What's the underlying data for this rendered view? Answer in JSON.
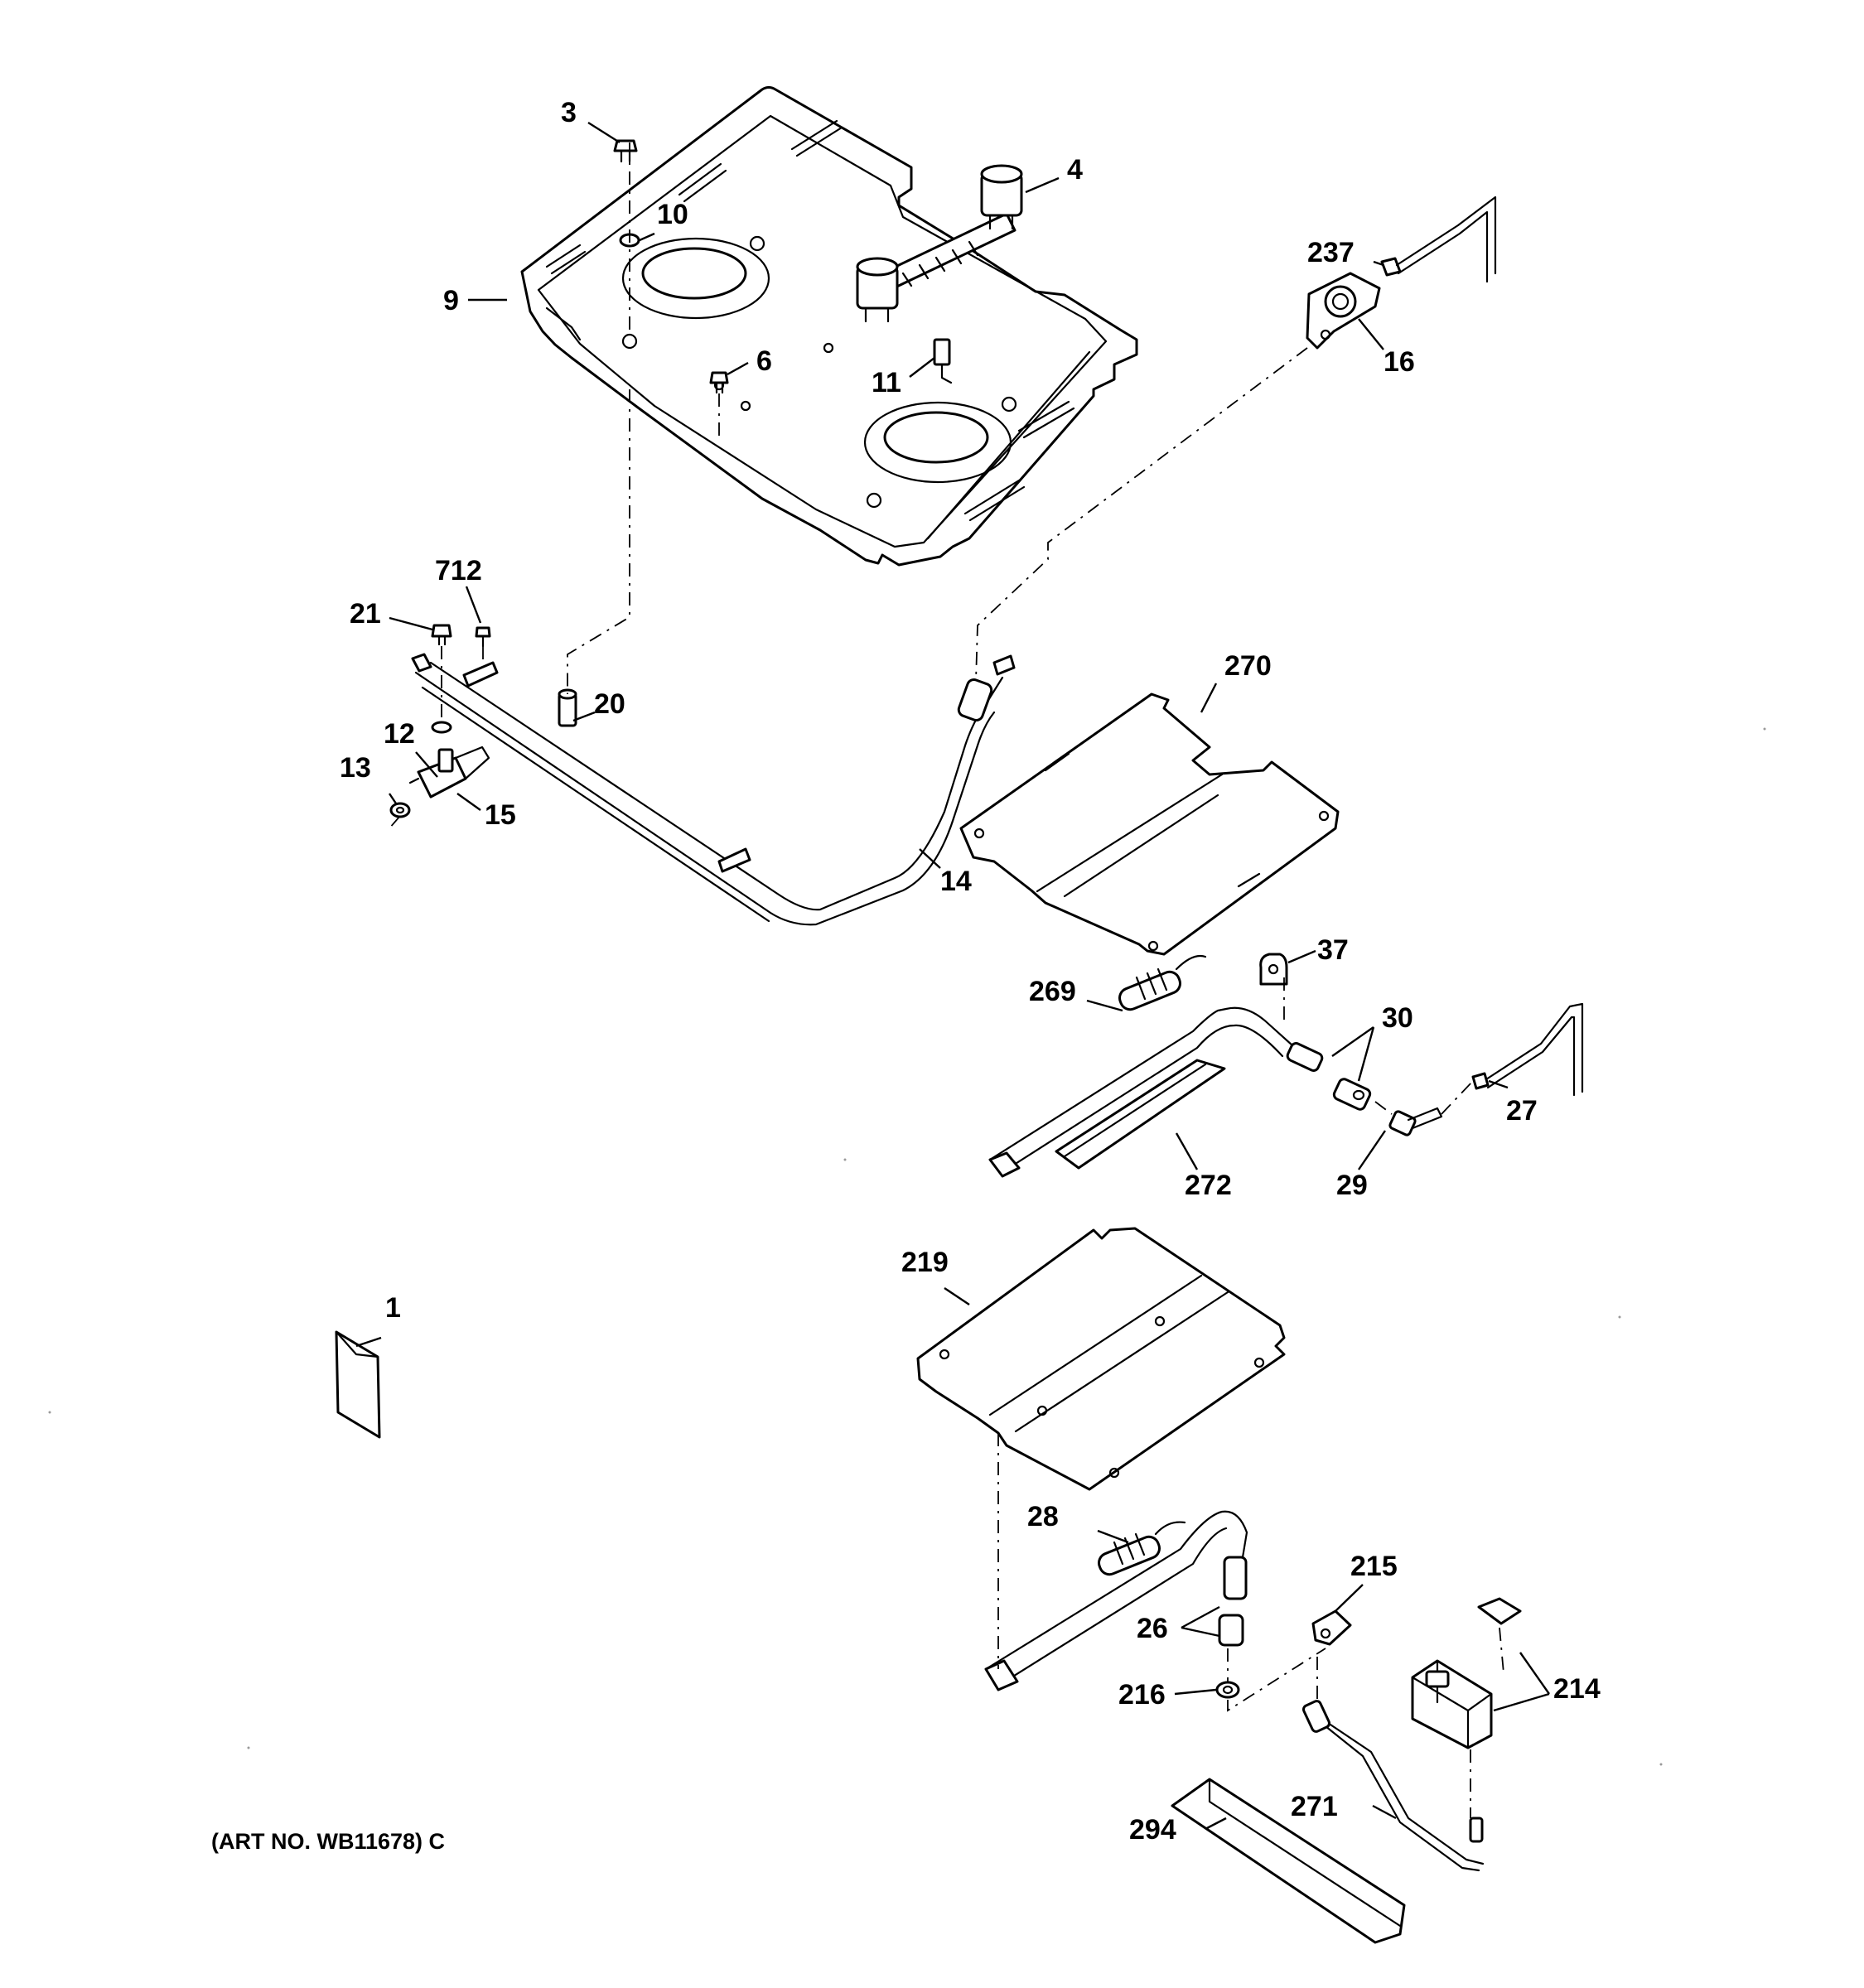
{
  "diagram": {
    "art_number": "(ART NO. WB11678) C",
    "callouts": {
      "c1": "1",
      "c3": "3",
      "c4": "4",
      "c6": "6",
      "c9": "9",
      "c10": "10",
      "c11": "11",
      "c12": "12",
      "c13": "13",
      "c14": "14",
      "c15": "15",
      "c16": "16",
      "c20": "20",
      "c21": "21",
      "c26": "26",
      "c27": "27",
      "c28": "28",
      "c29": "29",
      "c30": "30",
      "c37": "37",
      "c214": "214",
      "c215": "215",
      "c216": "216",
      "c219": "219",
      "c237": "237",
      "c269": "269",
      "c270": "270",
      "c271": "271",
      "c272": "272",
      "c294": "294",
      "c712": "712"
    }
  }
}
